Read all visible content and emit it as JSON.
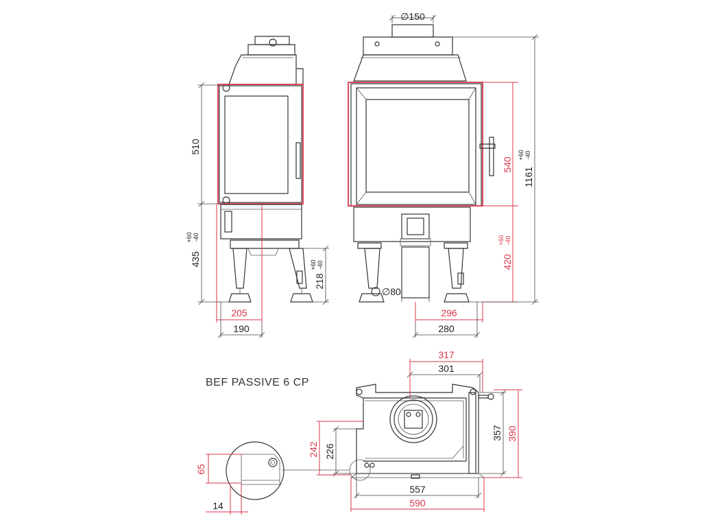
{
  "model_title": "BEF PASSIVE 6 CP",
  "colors": {
    "line": "#333333",
    "dimension_red": "#d9364a",
    "background": "#ffffff"
  },
  "side_view": {
    "height_glass": "510",
    "height_base": "435",
    "height_base_tol_plus": "+60",
    "height_base_tol_minus": "-40",
    "height_leg": "218",
    "height_leg_tol_plus": "+60",
    "height_leg_tol_minus": "-40",
    "width_outer": "205",
    "width_inner": "190"
  },
  "front_view": {
    "flue_diameter": "∅150",
    "air_inlet_diameter": "∅80",
    "height_door": "540",
    "height_total": "1161",
    "height_total_tol_plus": "+60",
    "height_total_tol_minus": "-40",
    "height_opening": "420",
    "height_opening_tol_plus": "+60",
    "height_opening_tol_minus": "-40",
    "width_outer": "296",
    "width_inner": "280"
  },
  "top_view": {
    "width_top_outer": "317",
    "width_top_inner": "301",
    "depth_inner": "357",
    "depth_outer": "390",
    "side_outer": "242",
    "side_inner": "226",
    "width_bottom_inner": "557",
    "width_bottom_outer": "590"
  },
  "detail": {
    "height": "65",
    "width": "14"
  }
}
